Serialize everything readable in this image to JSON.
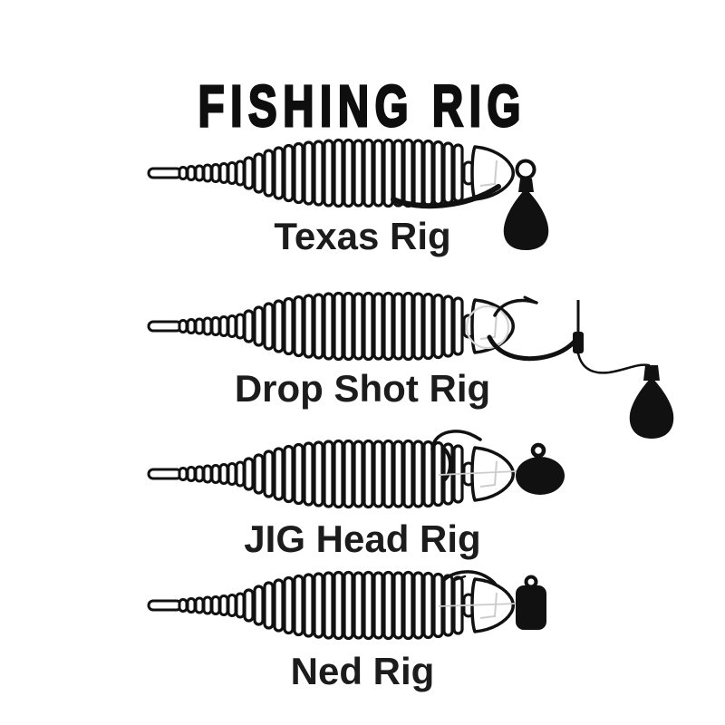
{
  "title": "FISHING RIG",
  "colors": {
    "background": "#ffffff",
    "ink": "#111111",
    "detail_gray": "#cccccc"
  },
  "rigs": [
    {
      "id": "texas-rig",
      "label": "Texas Rig",
      "parts": [
        "soft-plastic-worm-icon",
        "hook-bend-icon",
        "hook-eye-icon",
        "bullet-sinker-weight-icon"
      ]
    },
    {
      "id": "drop-shot-rig",
      "label": "Drop Shot Rig",
      "parts": [
        "soft-plastic-worm-icon",
        "drop-shot-hook-icon",
        "fishing-line-icon",
        "line-knot-icon",
        "drop-shot-weight-icon"
      ]
    },
    {
      "id": "jig-head-rig",
      "label": "JIG Head Rig",
      "parts": [
        "soft-plastic-worm-icon",
        "hook-point-icon",
        "round-jig-head-icon",
        "line-tie-eyelet-icon"
      ]
    },
    {
      "id": "ned-rig",
      "label": "Ned Rig",
      "parts": [
        "soft-plastic-worm-icon",
        "hook-point-icon",
        "mushroom-jig-head-icon",
        "line-tie-eyelet-icon"
      ]
    }
  ]
}
